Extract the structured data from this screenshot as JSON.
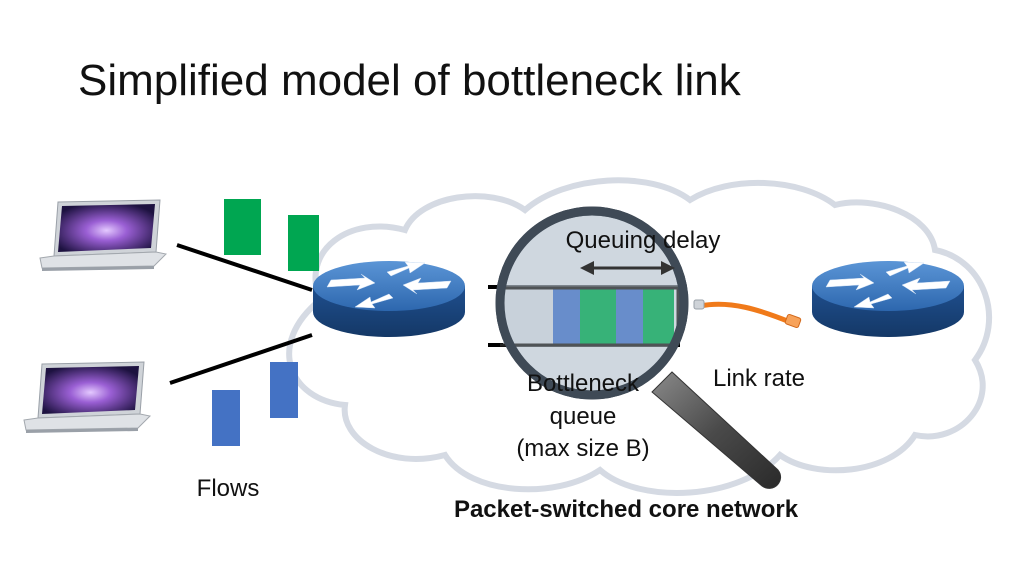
{
  "title": "Simplified model of bottleneck link",
  "labels": {
    "queuing_delay": "Queuing delay",
    "link_rate": "Link rate",
    "bottleneck_queue_line1": "Bottleneck",
    "bottleneck_queue_line2": "queue",
    "bottleneck_queue_line3": "(max size B)",
    "flows": "Flows",
    "core_network": "Packet-switched core network"
  },
  "colors": {
    "flow_green": "#00a651",
    "flow_blue": "#4472c4",
    "router_blue": "#2f6fb5",
    "cable_orange": "#f07a1a",
    "cloud_outline": "#d8dde6"
  },
  "icons": {
    "laptop": "laptop-icon",
    "router": "router-icon",
    "magnifier": "magnifying-glass-icon",
    "cable": "ethernet-cable-icon"
  }
}
